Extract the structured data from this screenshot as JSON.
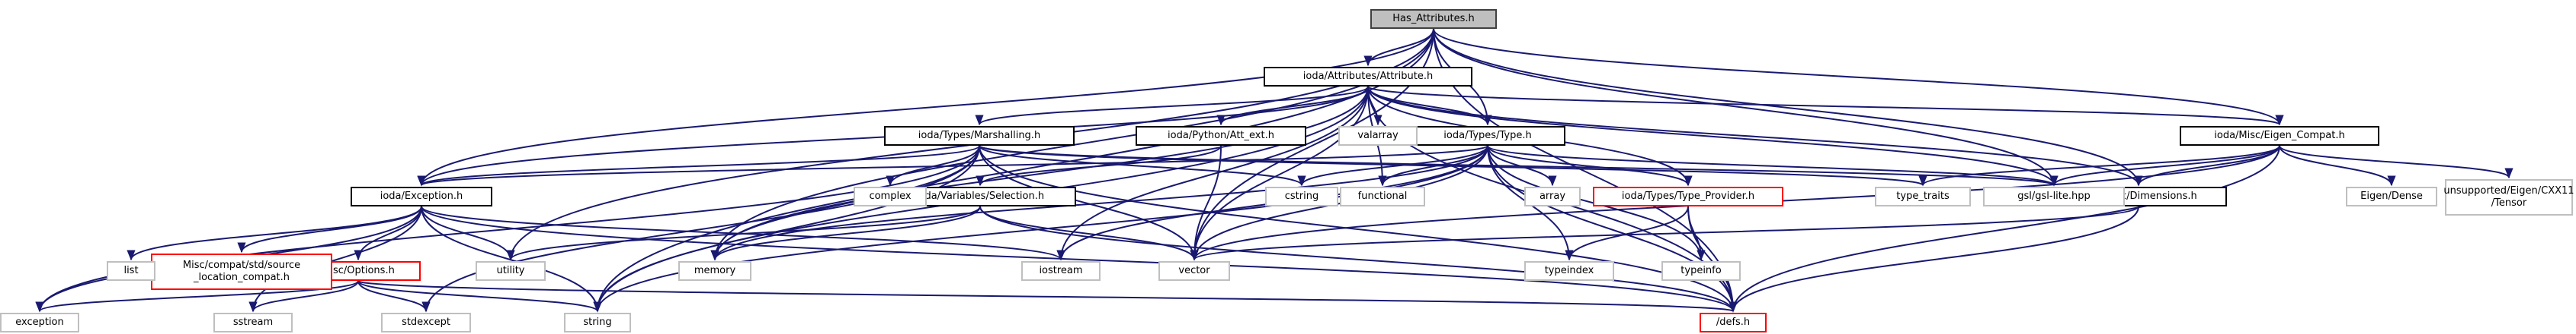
{
  "diagram": {
    "nodes": {
      "has_attributes": {
        "label": "Has_Attributes.h",
        "kind": "main"
      },
      "attribute": {
        "label": "ioda/Attributes/Attribute.h",
        "kind": "inc"
      },
      "marshalling": {
        "label": "ioda/Types/Marshalling.h",
        "kind": "inc"
      },
      "att_ext": {
        "label": "ioda/Python/Att_ext.h",
        "kind": "inc"
      },
      "type_h": {
        "label": "ioda/Types/Type.h",
        "kind": "inc"
      },
      "eigen_compat": {
        "label": "ioda/Misc/Eigen_Compat.h",
        "kind": "inc"
      },
      "exception": {
        "label": "ioda/Exception.h",
        "kind": "inc"
      },
      "selection": {
        "label": "ioda/Variables/Selection.h",
        "kind": "inc"
      },
      "type_provider": {
        "label": "ioda/Types/Type_Provider.h",
        "kind": "missing"
      },
      "dimensions": {
        "label": "ioda/Misc/Dimensions.h",
        "kind": "inc"
      },
      "options": {
        "label": "Misc/Options.h",
        "kind": "missing"
      },
      "compat_source": {
        "label": "Misc/compat/std/source\n_location_compat.h",
        "kind": "missing"
      },
      "defs": {
        "label": "/defs.h",
        "kind": "missing"
      },
      "valarray": {
        "label": "valarray",
        "kind": "ext"
      },
      "complex": {
        "label": "complex",
        "kind": "ext"
      },
      "cstring": {
        "label": "cstring",
        "kind": "ext"
      },
      "functional": {
        "label": "functional",
        "kind": "ext"
      },
      "array": {
        "label": "array",
        "kind": "ext"
      },
      "type_traits": {
        "label": "type_traits",
        "kind": "ext"
      },
      "gsl": {
        "label": "gsl/gsl-lite.hpp",
        "kind": "ext"
      },
      "eigen_dense": {
        "label": "Eigen/Dense",
        "kind": "ext"
      },
      "eigen_tensor": {
        "label": "unsupported/Eigen/CXX11\n/Tensor",
        "kind": "ext"
      },
      "list": {
        "label": "list",
        "kind": "ext"
      },
      "utility": {
        "label": "utility",
        "kind": "ext"
      },
      "memory": {
        "label": "memory",
        "kind": "ext"
      },
      "iostream": {
        "label": "iostream",
        "kind": "ext"
      },
      "vector": {
        "label": "vector",
        "kind": "ext"
      },
      "typeindex": {
        "label": "typeindex",
        "kind": "ext"
      },
      "typeinfo": {
        "label": "typeinfo",
        "kind": "ext"
      },
      "exception_std": {
        "label": "exception",
        "kind": "ext"
      },
      "sstream": {
        "label": "sstream",
        "kind": "ext"
      },
      "stdexcept": {
        "label": "stdexcept",
        "kind": "ext"
      },
      "string": {
        "label": "string",
        "kind": "ext"
      }
    },
    "edges": [
      [
        "has_attributes",
        "attribute"
      ],
      [
        "has_attributes",
        "type_h"
      ],
      [
        "has_attributes",
        "eigen_compat"
      ],
      [
        "has_attributes",
        "dimensions"
      ],
      [
        "has_attributes",
        "defs"
      ],
      [
        "has_attributes",
        "exception"
      ],
      [
        "has_attributes",
        "utility"
      ],
      [
        "has_attributes",
        "memory"
      ],
      [
        "has_attributes",
        "string"
      ],
      [
        "has_attributes",
        "vector"
      ],
      [
        "has_attributes",
        "gsl"
      ],
      [
        "attribute",
        "marshalling"
      ],
      [
        "attribute",
        "att_ext"
      ],
      [
        "attribute",
        "type_h"
      ],
      [
        "attribute",
        "valarray"
      ],
      [
        "attribute",
        "functional"
      ],
      [
        "attribute",
        "vector"
      ],
      [
        "attribute",
        "gsl"
      ],
      [
        "attribute",
        "eigen_compat"
      ],
      [
        "attribute",
        "exception"
      ],
      [
        "attribute",
        "dimensions"
      ],
      [
        "attribute",
        "defs"
      ],
      [
        "attribute",
        "type_provider"
      ],
      [
        "attribute",
        "memory"
      ],
      [
        "attribute",
        "string"
      ],
      [
        "attribute",
        "iostream"
      ],
      [
        "marshalling",
        "exception"
      ],
      [
        "marshalling",
        "complex"
      ],
      [
        "marshalling",
        "cstring"
      ],
      [
        "marshalling",
        "vector"
      ],
      [
        "marshalling",
        "memory"
      ],
      [
        "marshalling",
        "string"
      ],
      [
        "marshalling",
        "defs"
      ],
      [
        "marshalling",
        "stdexcept"
      ],
      [
        "marshalling",
        "type_traits"
      ],
      [
        "marshalling",
        "exception_std"
      ],
      [
        "marshalling",
        "gsl"
      ],
      [
        "att_ext",
        "selection"
      ],
      [
        "att_ext",
        "vector"
      ],
      [
        "type_h",
        "exception"
      ],
      [
        "type_h",
        "type_provider"
      ],
      [
        "type_h",
        "cstring"
      ],
      [
        "type_h",
        "functional"
      ],
      [
        "type_h",
        "array"
      ],
      [
        "type_h",
        "typeindex"
      ],
      [
        "type_h",
        "typeinfo"
      ],
      [
        "type_h",
        "vector"
      ],
      [
        "type_h",
        "memory"
      ],
      [
        "type_h",
        "defs"
      ],
      [
        "type_h",
        "string"
      ],
      [
        "type_h",
        "gsl"
      ],
      [
        "type_h",
        "iostream"
      ],
      [
        "eigen_compat",
        "type_traits"
      ],
      [
        "eigen_compat",
        "gsl"
      ],
      [
        "eigen_compat",
        "dimensions"
      ],
      [
        "eigen_compat",
        "eigen_dense"
      ],
      [
        "eigen_compat",
        "eigen_tensor"
      ],
      [
        "eigen_compat",
        "defs"
      ],
      [
        "eigen_compat",
        "vector"
      ],
      [
        "exception",
        "list"
      ],
      [
        "exception",
        "compat_source"
      ],
      [
        "exception",
        "options"
      ],
      [
        "exception",
        "utility"
      ],
      [
        "exception",
        "string"
      ],
      [
        "exception",
        "exception_std"
      ],
      [
        "exception",
        "sstream"
      ],
      [
        "exception",
        "defs"
      ],
      [
        "exception",
        "iostream"
      ],
      [
        "selection",
        "memory"
      ],
      [
        "selection",
        "vector"
      ],
      [
        "selection",
        "utility"
      ],
      [
        "selection",
        "defs"
      ],
      [
        "type_provider",
        "typeindex"
      ],
      [
        "type_provider",
        "typeinfo"
      ],
      [
        "type_provider",
        "defs"
      ],
      [
        "dimensions",
        "defs"
      ],
      [
        "dimensions",
        "vector"
      ],
      [
        "options",
        "exception_std"
      ],
      [
        "options",
        "sstream"
      ],
      [
        "options",
        "stdexcept"
      ],
      [
        "options",
        "string"
      ],
      [
        "options",
        "defs"
      ]
    ]
  },
  "colors": {
    "edge": "#191970",
    "main_fill": "#bfbfbf",
    "main_border": "#404040",
    "include_border": "#000000",
    "missing_border": "#ff0000",
    "external_border": "#bfbfbf"
  }
}
